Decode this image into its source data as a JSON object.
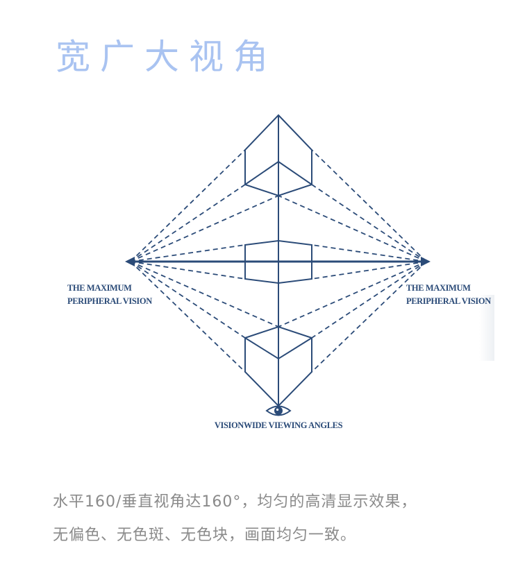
{
  "title": "宽广大视角",
  "diagram": {
    "left_label": [
      "THE MAXIMUM",
      "PERIPHERAL VISION"
    ],
    "right_label": [
      "THE MAXIMUM",
      "PERIPHERAL VISION"
    ],
    "bottom_label": "VISIONWIDE VIEWING ANGLES",
    "icons": [
      "eye-icon"
    ],
    "colors": {
      "line": "#2b4b78",
      "title": "#a9c3f1",
      "text": "#8a8a8a"
    }
  },
  "description": {
    "line1": "水平160/垂直视角达160°，均匀的高清显示效果，",
    "line2": "无偏色、无色斑、无色块，画面均匀一致。"
  }
}
